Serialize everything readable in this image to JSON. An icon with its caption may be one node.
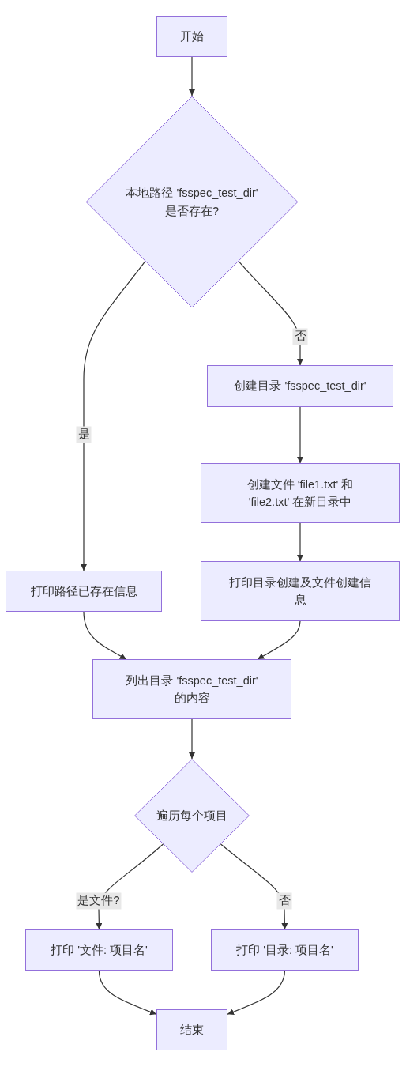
{
  "diagram": {
    "nodes": [
      {
        "text": [
          "开始"
        ]
      },
      {
        "text": [
          "本地路径 'fsspec_test_dir' 是否存在?"
        ]
      },
      {
        "text": [
          "创建目录 'fsspec_test_dir'"
        ]
      },
      {
        "text": [
          "创建文件 'file1.txt' 和 'file2.txt' 在新目录中"
        ]
      },
      {
        "text": [
          "打印目录创建及文件创建信息"
        ]
      },
      {
        "text": [
          "打印路径已存在信息"
        ]
      },
      {
        "text": [
          "列出目录 'fsspec_test_dir' 的内容"
        ]
      },
      {
        "text": [
          "遍历每个项目"
        ]
      },
      {
        "text": [
          "打印 '文件: 项目名'"
        ]
      },
      {
        "text": [
          "打印 '目录: 项目名'"
        ]
      },
      {
        "text": [
          "结束"
        ]
      }
    ],
    "edges": [
      {
        "from": 0,
        "to": 1,
        "arrow": "to"
      },
      {
        "from": 1,
        "to": 5,
        "arrow": "to",
        "label": "是"
      },
      {
        "from": 1,
        "to": 2,
        "arrow": "to",
        "label": "否"
      },
      {
        "from": 2,
        "to": 3,
        "arrow": "to"
      },
      {
        "from": 3,
        "to": 4,
        "arrow": "to"
      },
      {
        "from": 5,
        "to": 6,
        "arrow": "to"
      },
      {
        "from": 4,
        "to": 6,
        "arrow": "to"
      },
      {
        "from": 6,
        "to": 7,
        "arrow": "to"
      },
      {
        "from": 7,
        "to": 8,
        "arrow": "to",
        "label": "是文件?"
      },
      {
        "from": 7,
        "to": 9,
        "arrow": "to",
        "label": "否"
      },
      {
        "from": 8,
        "to": 10,
        "arrow": "to"
      },
      {
        "from": 9,
        "to": 10,
        "arrow": "to"
      }
    ]
  }
}
